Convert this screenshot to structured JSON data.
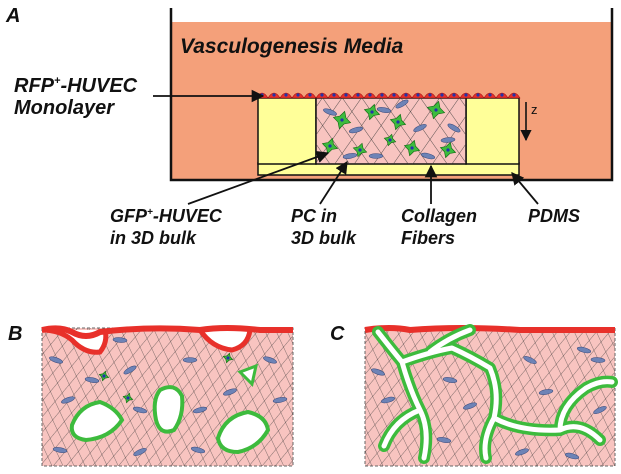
{
  "panels": {
    "a": "A",
    "b": "B",
    "c": "C"
  },
  "labels": {
    "media": "Vasculogenesis Media",
    "rfp_main": "RFP",
    "rfp_sup": "+",
    "rfp_rest": "-HUVEC",
    "monolayer": "Monolayer",
    "z_axis": "z",
    "gfp_main": "GFP",
    "gfp_sup": "+",
    "gfp_rest": "-HUVEC",
    "gfp_line2": "in 3D bulk",
    "pc_line1": "PC in",
    "pc_line2": "3D bulk",
    "collagen_line1": "Collagen",
    "collagen_line2": "Fibers",
    "pdms": "PDMS"
  },
  "colors": {
    "media": "#F4A07A",
    "gel": "#F8C4C0",
    "pdms": "#FFFF99",
    "rfp_cell": "#E8302A",
    "gfp_cell": "#3DBB3D",
    "pericyte": "#6E83B6",
    "nucleus": "#2233AA",
    "mesh": "#333333"
  }
}
